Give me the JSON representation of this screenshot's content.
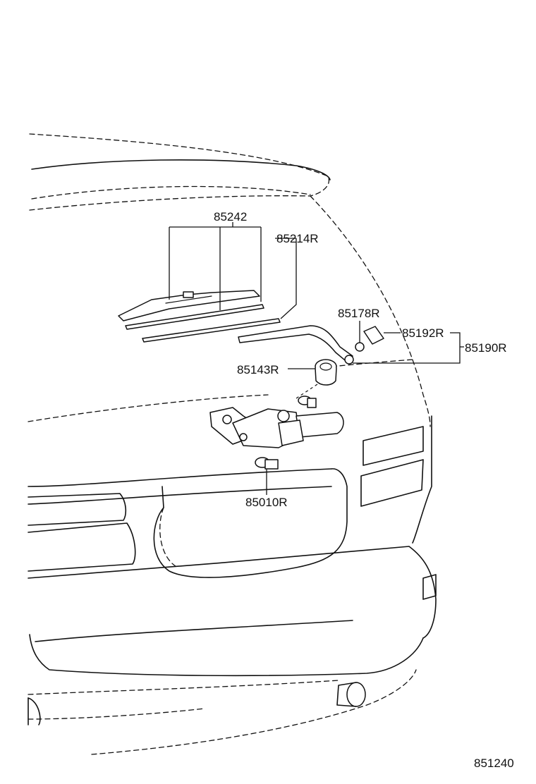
{
  "labels": {
    "p85242": "85242",
    "p85214R": "85214R",
    "p85178R": "85178R",
    "p85192R": "85192R",
    "p85190R": "85190R",
    "p85143R": "85143R",
    "p85010R": "85010R"
  },
  "diagram_id": "851240"
}
